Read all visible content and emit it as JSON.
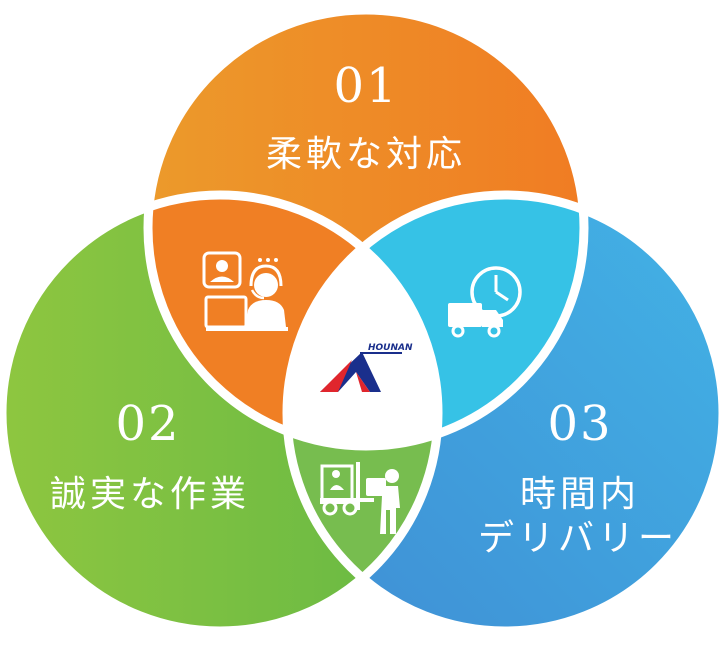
{
  "items": [
    {
      "number": "01",
      "label": "柔軟な対応"
    },
    {
      "number": "02",
      "label": "誠実な作業"
    },
    {
      "number": "03",
      "label_line1": "時間内",
      "label_line2": "デリバリー"
    }
  ],
  "logo": {
    "text": "HOUNAN"
  },
  "icons": {
    "top_left_overlap": "customer-support-icon",
    "top_right_overlap": "delivery-truck-clock-icon",
    "bottom_overlap": "forklift-worker-icon"
  },
  "colors": {
    "orange_start": "#ec9a2b",
    "orange_end": "#f07c23",
    "orange_overlap": "#f07f24",
    "green_start": "#8ec640",
    "green_end": "#66b944",
    "green_overlap": "#77bd4f",
    "blue_start": "#3fb6e2",
    "blue_end": "#3f8fd4",
    "blue_overlap": "#36c2e6",
    "logo_blue": "#1a2f8c",
    "logo_red": "#e0262d"
  }
}
